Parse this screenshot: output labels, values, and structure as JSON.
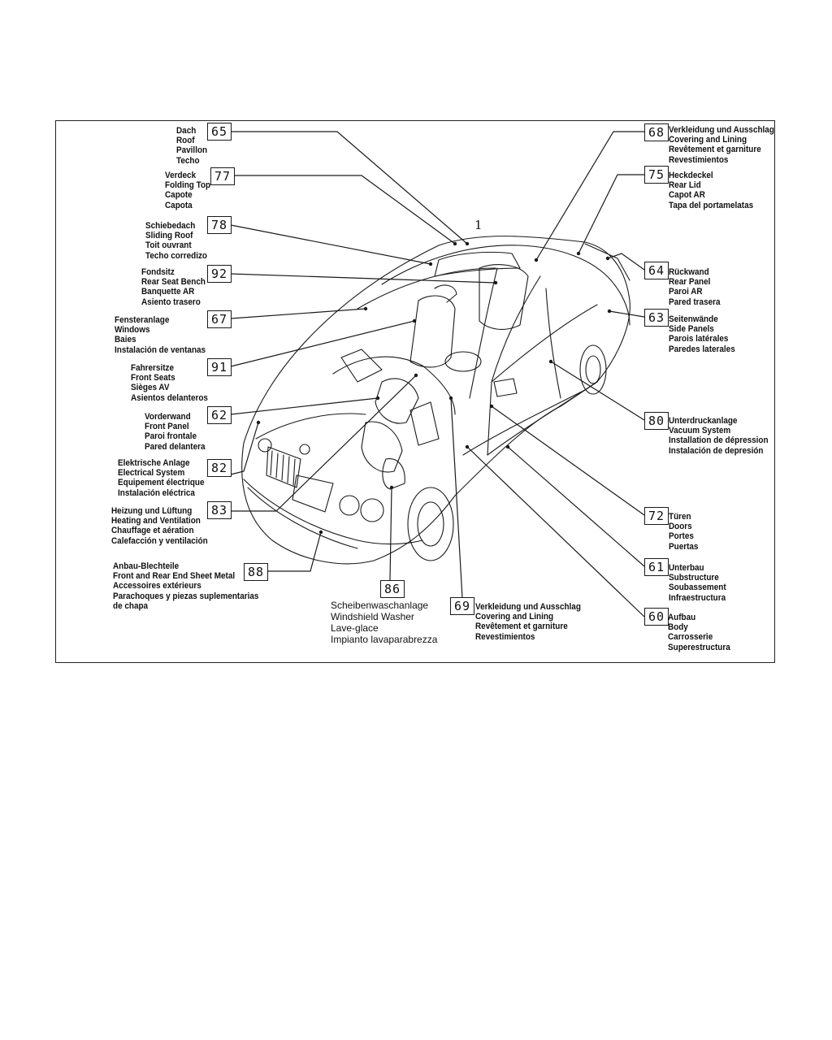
{
  "diagram": {
    "marker": "1",
    "callouts": [
      {
        "id": "65",
        "lines": [
          "Dach",
          "Roof",
          "Pavillon",
          "Techo"
        ]
      },
      {
        "id": "77",
        "lines": [
          "Verdeck",
          "Folding Top",
          "Capote",
          "Capota"
        ]
      },
      {
        "id": "78",
        "lines": [
          "Schiebedach",
          "Sliding Roof",
          "Toit ouvrant",
          "Techo corredizo"
        ]
      },
      {
        "id": "92",
        "lines": [
          "Fondsitz",
          "Rear Seat Bench",
          "Banquette AR",
          "Asiento trasero"
        ]
      },
      {
        "id": "67",
        "lines": [
          "Fensteranlage",
          "Windows",
          "Baies",
          "Instalación de ventanas"
        ]
      },
      {
        "id": "91",
        "lines": [
          "Fahrersitze",
          "Front Seats",
          "Sièges AV",
          "Asientos delanteros"
        ]
      },
      {
        "id": "62",
        "lines": [
          "Vorderwand",
          "Front Panel",
          "Paroi frontale",
          "Pared delantera"
        ]
      },
      {
        "id": "82",
        "lines": [
          "Elektrische Anlage",
          "Electrical System",
          "Equipement électrique",
          "Instalación eléctrica"
        ]
      },
      {
        "id": "83",
        "lines": [
          "Heizung und Lüftung",
          "Heating and Ventilation",
          "Chauffage et aération",
          "Calefacción y ventilación"
        ]
      },
      {
        "id": "88",
        "lines": [
          "Anbau-Blechteile",
          "Front and Rear End Sheet Metal",
          "Accessoires extérieurs",
          "Parachoques y piezas suplementarias",
          "de chapa"
        ]
      },
      {
        "id": "86",
        "lines": [
          "Scheibenwaschanlage",
          "Windshield Washer",
          "Lave-glace",
          "Impianto lavaparabrezza"
        ]
      },
      {
        "id": "69",
        "lines": [
          "Verkleidung und Ausschlag",
          "Covering and Lining",
          "Revêtement et garniture",
          "Revestimientos"
        ]
      },
      {
        "id": "68",
        "lines": [
          "Verkleidung und Ausschlag",
          "Covering and Lining",
          "Revêtement et garniture",
          "Revestimientos"
        ]
      },
      {
        "id": "75",
        "lines": [
          "Heckdeckel",
          "Rear Lid",
          "Capot AR",
          "Tapa del portamelatas"
        ]
      },
      {
        "id": "64",
        "lines": [
          "Rückwand",
          "Rear Panel",
          "Paroi AR",
          "Pared trasera"
        ]
      },
      {
        "id": "63",
        "lines": [
          "Seitenwände",
          "Side Panels",
          "Parois latérales",
          "Paredes laterales"
        ]
      },
      {
        "id": "80",
        "lines": [
          "Unterdruckanlage",
          "Vacuum System",
          "Installation de dépression",
          "Instalación de depresión"
        ]
      },
      {
        "id": "72",
        "lines": [
          "Türen",
          "Doors",
          "Portes",
          "Puertas"
        ]
      },
      {
        "id": "61",
        "lines": [
          "Unterbau",
          "Substructure",
          "Soubassement",
          "Infraestructura"
        ]
      },
      {
        "id": "60",
        "lines": [
          "Aufbau",
          "Body",
          "Carrosserie",
          "Superestructura"
        ]
      }
    ]
  }
}
